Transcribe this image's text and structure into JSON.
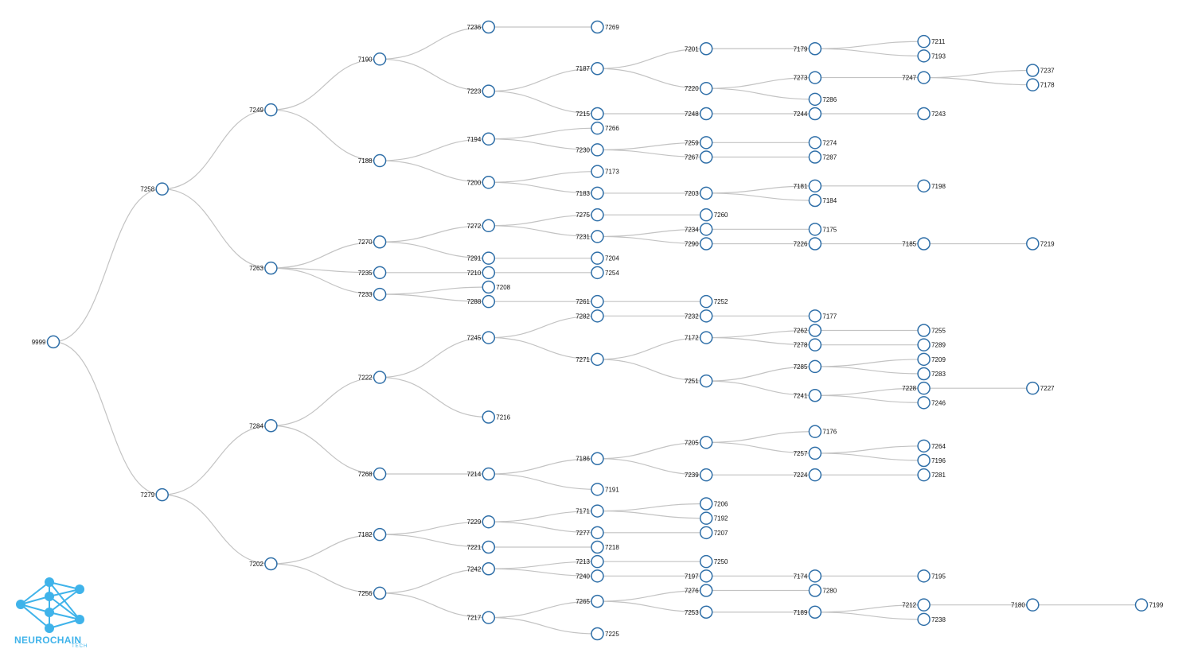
{
  "brand": {
    "name": "NEUROCHAIN",
    "sub": "TECH"
  },
  "tree": {
    "id": "9999",
    "children": [
      {
        "id": "7258",
        "children": [
          {
            "id": "7249",
            "children": [
              {
                "id": "7190",
                "children": [
                  {
                    "id": "7236",
                    "children": [
                      {
                        "id": "7269"
                      }
                    ]
                  },
                  {
                    "id": "7223",
                    "children": [
                      {
                        "id": "7187",
                        "children": [
                          {
                            "id": "7201",
                            "children": [
                              {
                                "id": "7179",
                                "children": [
                                  {
                                    "id": "7211"
                                  },
                                  {
                                    "id": "7193"
                                  }
                                ]
                              }
                            ]
                          },
                          {
                            "id": "7220",
                            "children": [
                              {
                                "id": "7273",
                                "children": [
                                  {
                                    "id": "7247",
                                    "children": [
                                      {
                                        "id": "7237"
                                      },
                                      {
                                        "id": "7178"
                                      }
                                    ]
                                  }
                                ]
                              },
                              {
                                "id": "7286"
                              }
                            ]
                          }
                        ]
                      },
                      {
                        "id": "7215",
                        "children": [
                          {
                            "id": "7248",
                            "children": [
                              {
                                "id": "7244",
                                "children": [
                                  {
                                    "id": "7243"
                                  }
                                ]
                              }
                            ]
                          }
                        ]
                      }
                    ]
                  }
                ]
              },
              {
                "id": "7188",
                "children": [
                  {
                    "id": "7194",
                    "children": [
                      {
                        "id": "7266"
                      },
                      {
                        "id": "7230",
                        "children": [
                          {
                            "id": "7259",
                            "children": [
                              {
                                "id": "7274"
                              }
                            ]
                          },
                          {
                            "id": "7267",
                            "children": [
                              {
                                "id": "7287"
                              }
                            ]
                          }
                        ]
                      }
                    ]
                  },
                  {
                    "id": "7200",
                    "children": [
                      {
                        "id": "7173"
                      },
                      {
                        "id": "7183",
                        "children": [
                          {
                            "id": "7203",
                            "children": [
                              {
                                "id": "7181",
                                "children": [
                                  {
                                    "id": "7198"
                                  }
                                ]
                              },
                              {
                                "id": "7184"
                              }
                            ]
                          }
                        ]
                      }
                    ]
                  }
                ]
              }
            ]
          },
          {
            "id": "7263",
            "children": [
              {
                "id": "7270",
                "children": [
                  {
                    "id": "7272",
                    "children": [
                      {
                        "id": "7275",
                        "children": [
                          {
                            "id": "7260"
                          }
                        ]
                      },
                      {
                        "id": "7231",
                        "children": [
                          {
                            "id": "7234",
                            "children": [
                              {
                                "id": "7175"
                              }
                            ]
                          },
                          {
                            "id": "7290",
                            "children": [
                              {
                                "id": "7226",
                                "children": [
                                  {
                                    "id": "7185",
                                    "children": [
                                      {
                                        "id": "7219"
                                      }
                                    ]
                                  }
                                ]
                              }
                            ]
                          }
                        ]
                      }
                    ]
                  },
                  {
                    "id": "7291",
                    "children": [
                      {
                        "id": "7204"
                      }
                    ]
                  }
                ]
              },
              {
                "id": "7235",
                "children": [
                  {
                    "id": "7210",
                    "children": [
                      {
                        "id": "7254"
                      }
                    ]
                  }
                ]
              },
              {
                "id": "7233",
                "children": [
                  {
                    "id": "7208"
                  },
                  {
                    "id": "7288",
                    "children": [
                      {
                        "id": "7261",
                        "children": [
                          {
                            "id": "7252"
                          }
                        ]
                      }
                    ]
                  }
                ]
              }
            ]
          }
        ]
      },
      {
        "id": "7279",
        "children": [
          {
            "id": "7284",
            "children": [
              {
                "id": "7222",
                "children": [
                  {
                    "id": "7245",
                    "children": [
                      {
                        "id": "7282",
                        "children": [
                          {
                            "id": "7232",
                            "children": [
                              {
                                "id": "7177"
                              }
                            ]
                          }
                        ]
                      },
                      {
                        "id": "7271",
                        "children": [
                          {
                            "id": "7172",
                            "children": [
                              {
                                "id": "7262",
                                "children": [
                                  {
                                    "id": "7255"
                                  }
                                ]
                              },
                              {
                                "id": "7278",
                                "children": [
                                  {
                                    "id": "7289"
                                  }
                                ]
                              }
                            ]
                          },
                          {
                            "id": "7251",
                            "children": [
                              {
                                "id": "7285",
                                "children": [
                                  {
                                    "id": "7209"
                                  },
                                  {
                                    "id": "7283"
                                  }
                                ]
                              },
                              {
                                "id": "7241",
                                "children": [
                                  {
                                    "id": "7228",
                                    "children": [
                                      {
                                        "id": "7227"
                                      }
                                    ]
                                  },
                                  {
                                    "id": "7246"
                                  }
                                ]
                              }
                            ]
                          }
                        ]
                      }
                    ]
                  },
                  {
                    "id": "7216"
                  }
                ]
              },
              {
                "id": "7268",
                "children": [
                  {
                    "id": "7214",
                    "children": [
                      {
                        "id": "7186",
                        "children": [
                          {
                            "id": "7205",
                            "children": [
                              {
                                "id": "7176"
                              },
                              {
                                "id": "7257",
                                "children": [
                                  {
                                    "id": "7264"
                                  },
                                  {
                                    "id": "7196"
                                  }
                                ]
                              }
                            ]
                          },
                          {
                            "id": "7239",
                            "children": [
                              {
                                "id": "7224",
                                "children": [
                                  {
                                    "id": "7281"
                                  }
                                ]
                              }
                            ]
                          }
                        ]
                      },
                      {
                        "id": "7191"
                      }
                    ]
                  }
                ]
              }
            ]
          },
          {
            "id": "7202",
            "children": [
              {
                "id": "7182",
                "children": [
                  {
                    "id": "7229",
                    "children": [
                      {
                        "id": "7171",
                        "children": [
                          {
                            "id": "7206"
                          },
                          {
                            "id": "7192"
                          }
                        ]
                      },
                      {
                        "id": "7277",
                        "children": [
                          {
                            "id": "7207"
                          }
                        ]
                      }
                    ]
                  },
                  {
                    "id": "7221",
                    "children": [
                      {
                        "id": "7218"
                      }
                    ]
                  }
                ]
              },
              {
                "id": "7256",
                "children": [
                  {
                    "id": "7242",
                    "children": [
                      {
                        "id": "7213",
                        "children": [
                          {
                            "id": "7250"
                          }
                        ]
                      },
                      {
                        "id": "7240",
                        "children": [
                          {
                            "id": "7197",
                            "children": [
                              {
                                "id": "7174",
                                "children": [
                                  {
                                    "id": "7195"
                                  }
                                ]
                              }
                            ]
                          }
                        ]
                      }
                    ]
                  },
                  {
                    "id": "7217",
                    "children": [
                      {
                        "id": "7265",
                        "children": [
                          {
                            "id": "7276",
                            "children": [
                              {
                                "id": "7280"
                              }
                            ]
                          },
                          {
                            "id": "7253",
                            "children": [
                              {
                                "id": "7189",
                                "children": [
                                  {
                                    "id": "7212",
                                    "children": [
                                      {
                                        "id": "7180",
                                        "children": [
                                          {
                                            "id": "7199"
                                          }
                                        ]
                                      }
                                    ]
                                  },
                                  {
                                    "id": "7238"
                                  }
                                ]
                              }
                            ]
                          }
                        ]
                      },
                      {
                        "id": "7225"
                      }
                    ]
                  }
                ]
              }
            ]
          }
        ]
      }
    ]
  }
}
